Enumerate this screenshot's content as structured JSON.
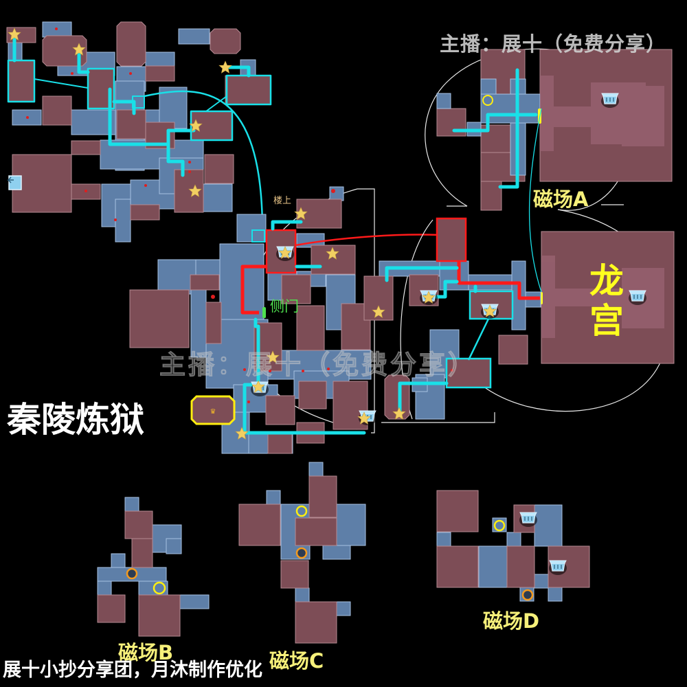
{
  "map": {
    "title": "秦陵炼狱",
    "watermark": "主播：展十（免费分享）",
    "credit": "展十小抄分享团，月沐制作优化",
    "labels": {
      "upstairs": "楼上",
      "side_gate": "侧门",
      "dragon_palace": "龙宫",
      "field_a": "磁场A",
      "field_b": "磁场B",
      "field_c": "磁场C",
      "field_d": "磁场D"
    },
    "colors": {
      "background": "#000000",
      "room_large": "#7d4d56",
      "room_corridor": "#5e7fa8",
      "route_main": "#19e0e8",
      "route_red": "#ff1a1a",
      "highlight_yellow": "#ffff1e",
      "label_yellow": "#f6f07a",
      "side_gate_green": "#4fe04f",
      "star": "#f2cf62",
      "marker_orange": "#f39a1e"
    },
    "legend_markers": {
      "star": "star-icon (collectible)",
      "chest": "treasure-chest-icon",
      "ring_yellow": "yellow-ring-marker",
      "ring_orange": "orange-ring-teleport-marker",
      "exit": "exit-door-icon",
      "boss": "crown-boss-icon"
    }
  }
}
